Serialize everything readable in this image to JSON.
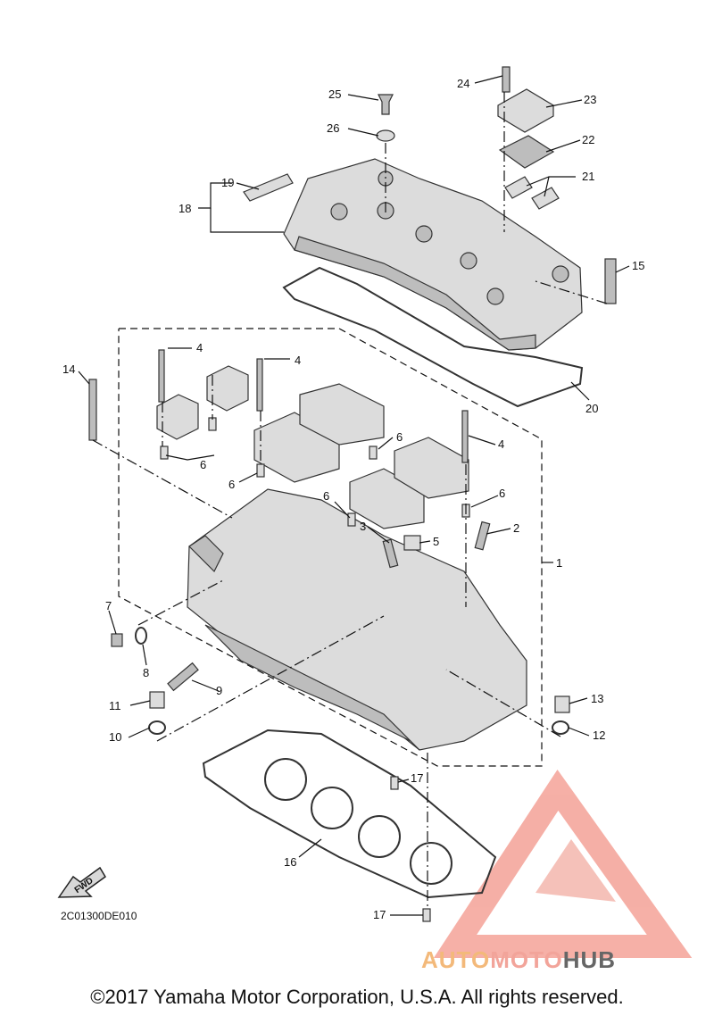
{
  "diagram": {
    "catalog_code": "2C01300DE010",
    "copyright": "©2017 Yamaha Motor Corporation, U.S.A. All rights reserved.",
    "fwd_label": "FWD",
    "callouts": [
      "1",
      "2",
      "3",
      "4",
      "4",
      "4",
      "5",
      "6",
      "6",
      "6",
      "6",
      "6",
      "7",
      "8",
      "9",
      "10",
      "11",
      "12",
      "13",
      "14",
      "15",
      "16",
      "17",
      "17",
      "18",
      "19",
      "20",
      "21",
      "22",
      "23",
      "24",
      "25",
      "26"
    ]
  },
  "watermark": {
    "brand_part1": "AUTO",
    "brand_part2": "MOTO",
    "brand_part3": "HUB",
    "color_primary": "#f2a49a",
    "color_secondary": "#f3b97a"
  }
}
